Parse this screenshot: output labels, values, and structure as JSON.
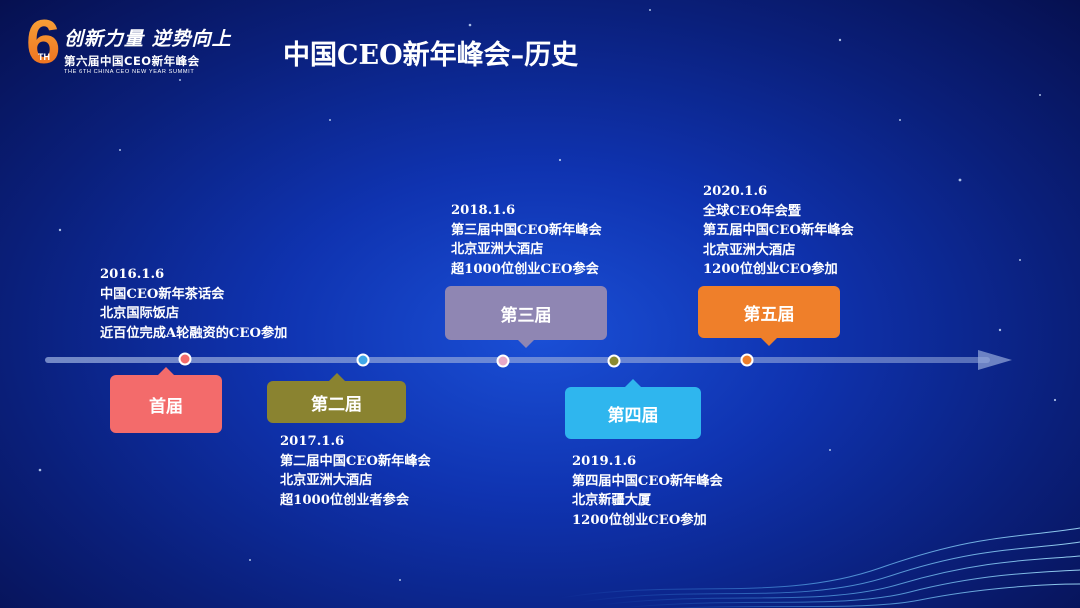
{
  "logo": {
    "number": "6",
    "suffix": "TH",
    "slogan": "创新力量 逆势向上",
    "name": "第六届中国CEO新年峰会",
    "english": "THE 6TH CHINA CEO NEW YEAR SUMMIT"
  },
  "title": "中国CEO新年峰会–历史",
  "events": [
    {
      "label": "首届",
      "color": "#f36b6b",
      "dot_color": "#f36b6b",
      "lines": [
        "2016.1.6",
        "中国CEO新年茶话会",
        "北京国际饭店",
        "近百位完成A轮融资的CEO参加"
      ]
    },
    {
      "label": "第二届",
      "color": "#8a8330",
      "dot_color": "#3fa8e8",
      "lines": [
        "2017.1.6",
        "第二届中国CEO新年峰会",
        "北京亚洲大酒店",
        "超1000位创业者参会"
      ]
    },
    {
      "label": "第三届",
      "color": "#8f86b3",
      "dot_color": "#e7a8c8",
      "lines": [
        "2018.1.6",
        "第三届中国CEO新年峰会",
        "北京亚洲大酒店",
        "超1000位创业CEO参会"
      ]
    },
    {
      "label": "第四届",
      "color": "#2fb6ee",
      "dot_color": "#8a8a30",
      "lines": [
        "2019.1.6",
        "第四届中国CEO新年峰会",
        "北京新疆大厦",
        "1200位创业CEO参加"
      ]
    },
    {
      "label": "第五届",
      "color": "#ef7f2a",
      "dot_color": "#ef7f2a",
      "lines": [
        "2020.1.6",
        "全球CEO年会暨",
        "第五届中国CEO新年峰会",
        "北京亚洲大酒店",
        "1200位创业CEO参加"
      ]
    }
  ]
}
